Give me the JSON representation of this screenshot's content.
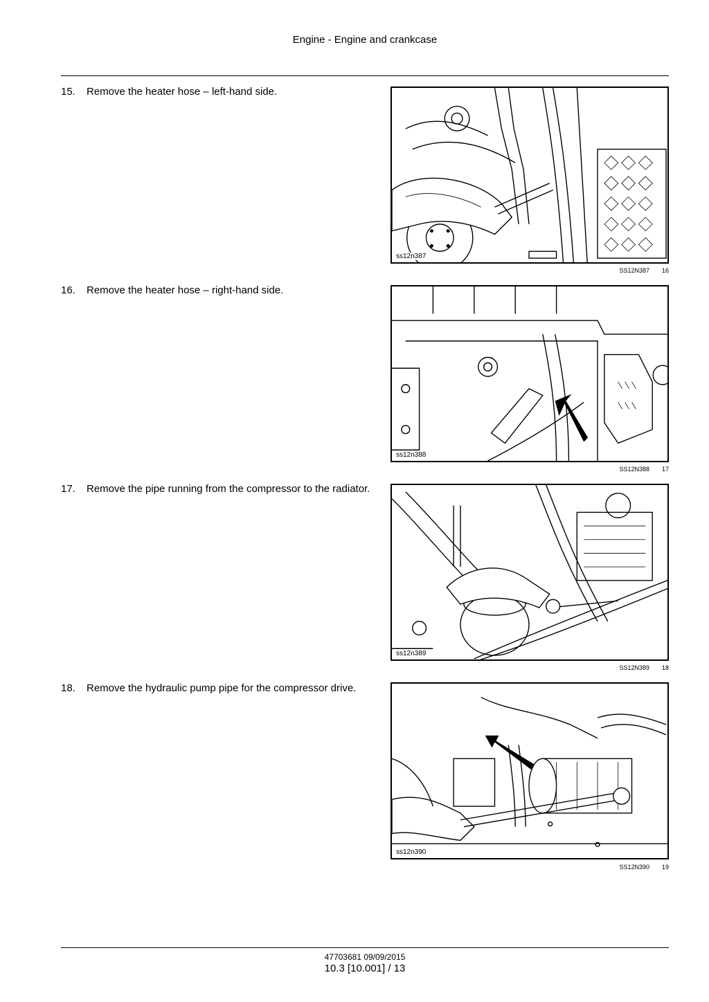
{
  "header": {
    "title": "Engine - Engine and crankcase"
  },
  "steps": [
    {
      "number": "15.",
      "text": "Remove the heater hose – left-hand side.",
      "figure_code": "ss12n387",
      "figure_ref": "SS12N387",
      "figure_number": "16"
    },
    {
      "number": "16.",
      "text": "Remove the heater hose – right-hand side.",
      "figure_code": "ss12n388",
      "figure_ref": "SS12N388",
      "figure_number": "17"
    },
    {
      "number": "17.",
      "text": "Remove the pipe running from the compressor to the radiator.",
      "figure_code": "ss12n389",
      "figure_ref": "SS12N389",
      "figure_number": "18"
    },
    {
      "number": "18.",
      "text": "Remove the hydraulic pump pipe for the compressor drive.",
      "figure_code": "ss12n390",
      "figure_ref": "SS12N390",
      "figure_number": "19"
    }
  ],
  "footer": {
    "doc_id": "47703681 09/09/2015",
    "page": "10.3 [10.001] / 13"
  }
}
